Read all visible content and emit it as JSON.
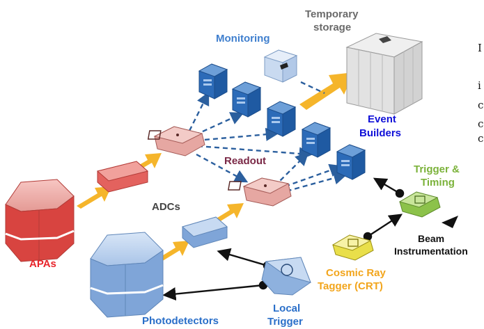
{
  "labels": {
    "temporary_storage_line1": "Temporary",
    "temporary_storage_line2": "storage",
    "monitoring": "Monitoring",
    "event_builders_line1": "Event",
    "event_builders_line2": "Builders",
    "readout": "Readout",
    "adcs": "ADCs",
    "apas": "APAs",
    "photodetectors": "Photodetectors",
    "local_trigger_line1": "Local",
    "local_trigger_line2": "Trigger",
    "trigger_timing_line1": "Trigger &",
    "trigger_timing_line2": "Timing",
    "beam_line1": "Beam",
    "beam_line2": "Instrumentation",
    "crt_line1": "Cosmic Ray",
    "crt_line2": "Tagger (CRT)",
    "edge_fragment_1": "I",
    "edge_fragment_2": "i",
    "edge_fragment_3": "c",
    "edge_fragment_4": "c",
    "edge_fragment_5": "c"
  },
  "colors": {
    "apas": "#e8242a",
    "photodetectors": "#2a6fc9",
    "monitoring": "#3f7fce",
    "event_builders": "#1010d8",
    "readout": "#7a2846",
    "adcs": "#444444",
    "temporary_storage": "#6a6a6a",
    "trigger_timing": "#7bb23a",
    "crt": "#f2a51c",
    "beam": "#111111",
    "local_trigger": "#2a6fc9",
    "arrow_orange": "#f5b52b",
    "dashed_blue": "#2b5f9e"
  },
  "icons": {
    "apas": "red-octagonal-prism-icon",
    "photodetectors": "blue-octagonal-prism-icon",
    "adc_red": "red-adc-block-icon",
    "adc_blue": "blue-adc-block-icon",
    "readout_upper": "chip-block-icon",
    "readout_lower": "chip-block-icon",
    "event_builder_cube": "server-cube-icon",
    "monitoring": "monitor-cube-icon",
    "storage": "server-rack-icon",
    "trigger_timing": "trigger-module-icon",
    "crt": "trigger-module-icon",
    "local_trigger": "local-trigger-icon",
    "beam": "beam-pointer-icon"
  }
}
